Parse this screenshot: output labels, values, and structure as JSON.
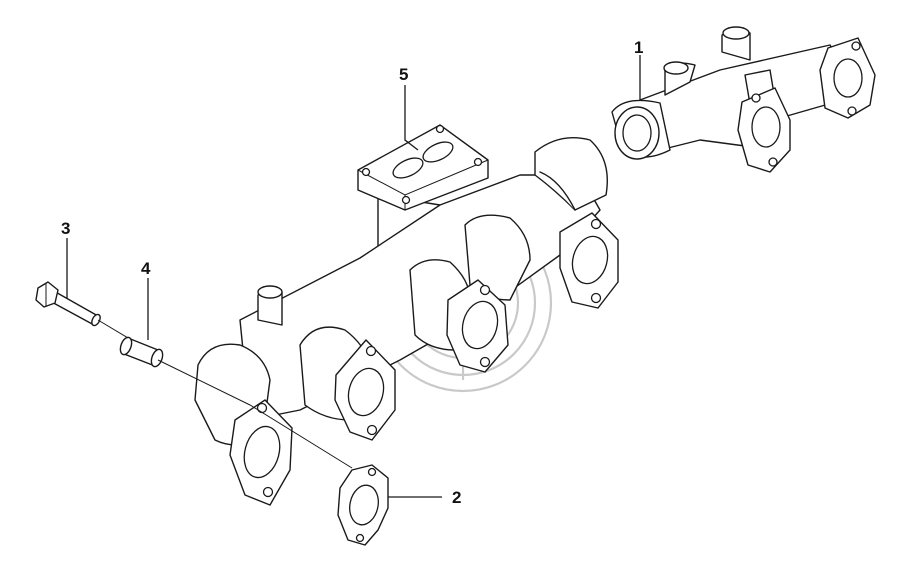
{
  "callouts": [
    {
      "id": "1",
      "label": "1"
    },
    {
      "id": "2",
      "label": "2"
    },
    {
      "id": "3",
      "label": "3"
    },
    {
      "id": "4",
      "label": "4"
    },
    {
      "id": "5",
      "label": "5"
    }
  ],
  "watermark": {
    "icon": "gd-logo-watermark-icon",
    "color": "#c9c9c9"
  },
  "line_color": "#1a1a1a"
}
